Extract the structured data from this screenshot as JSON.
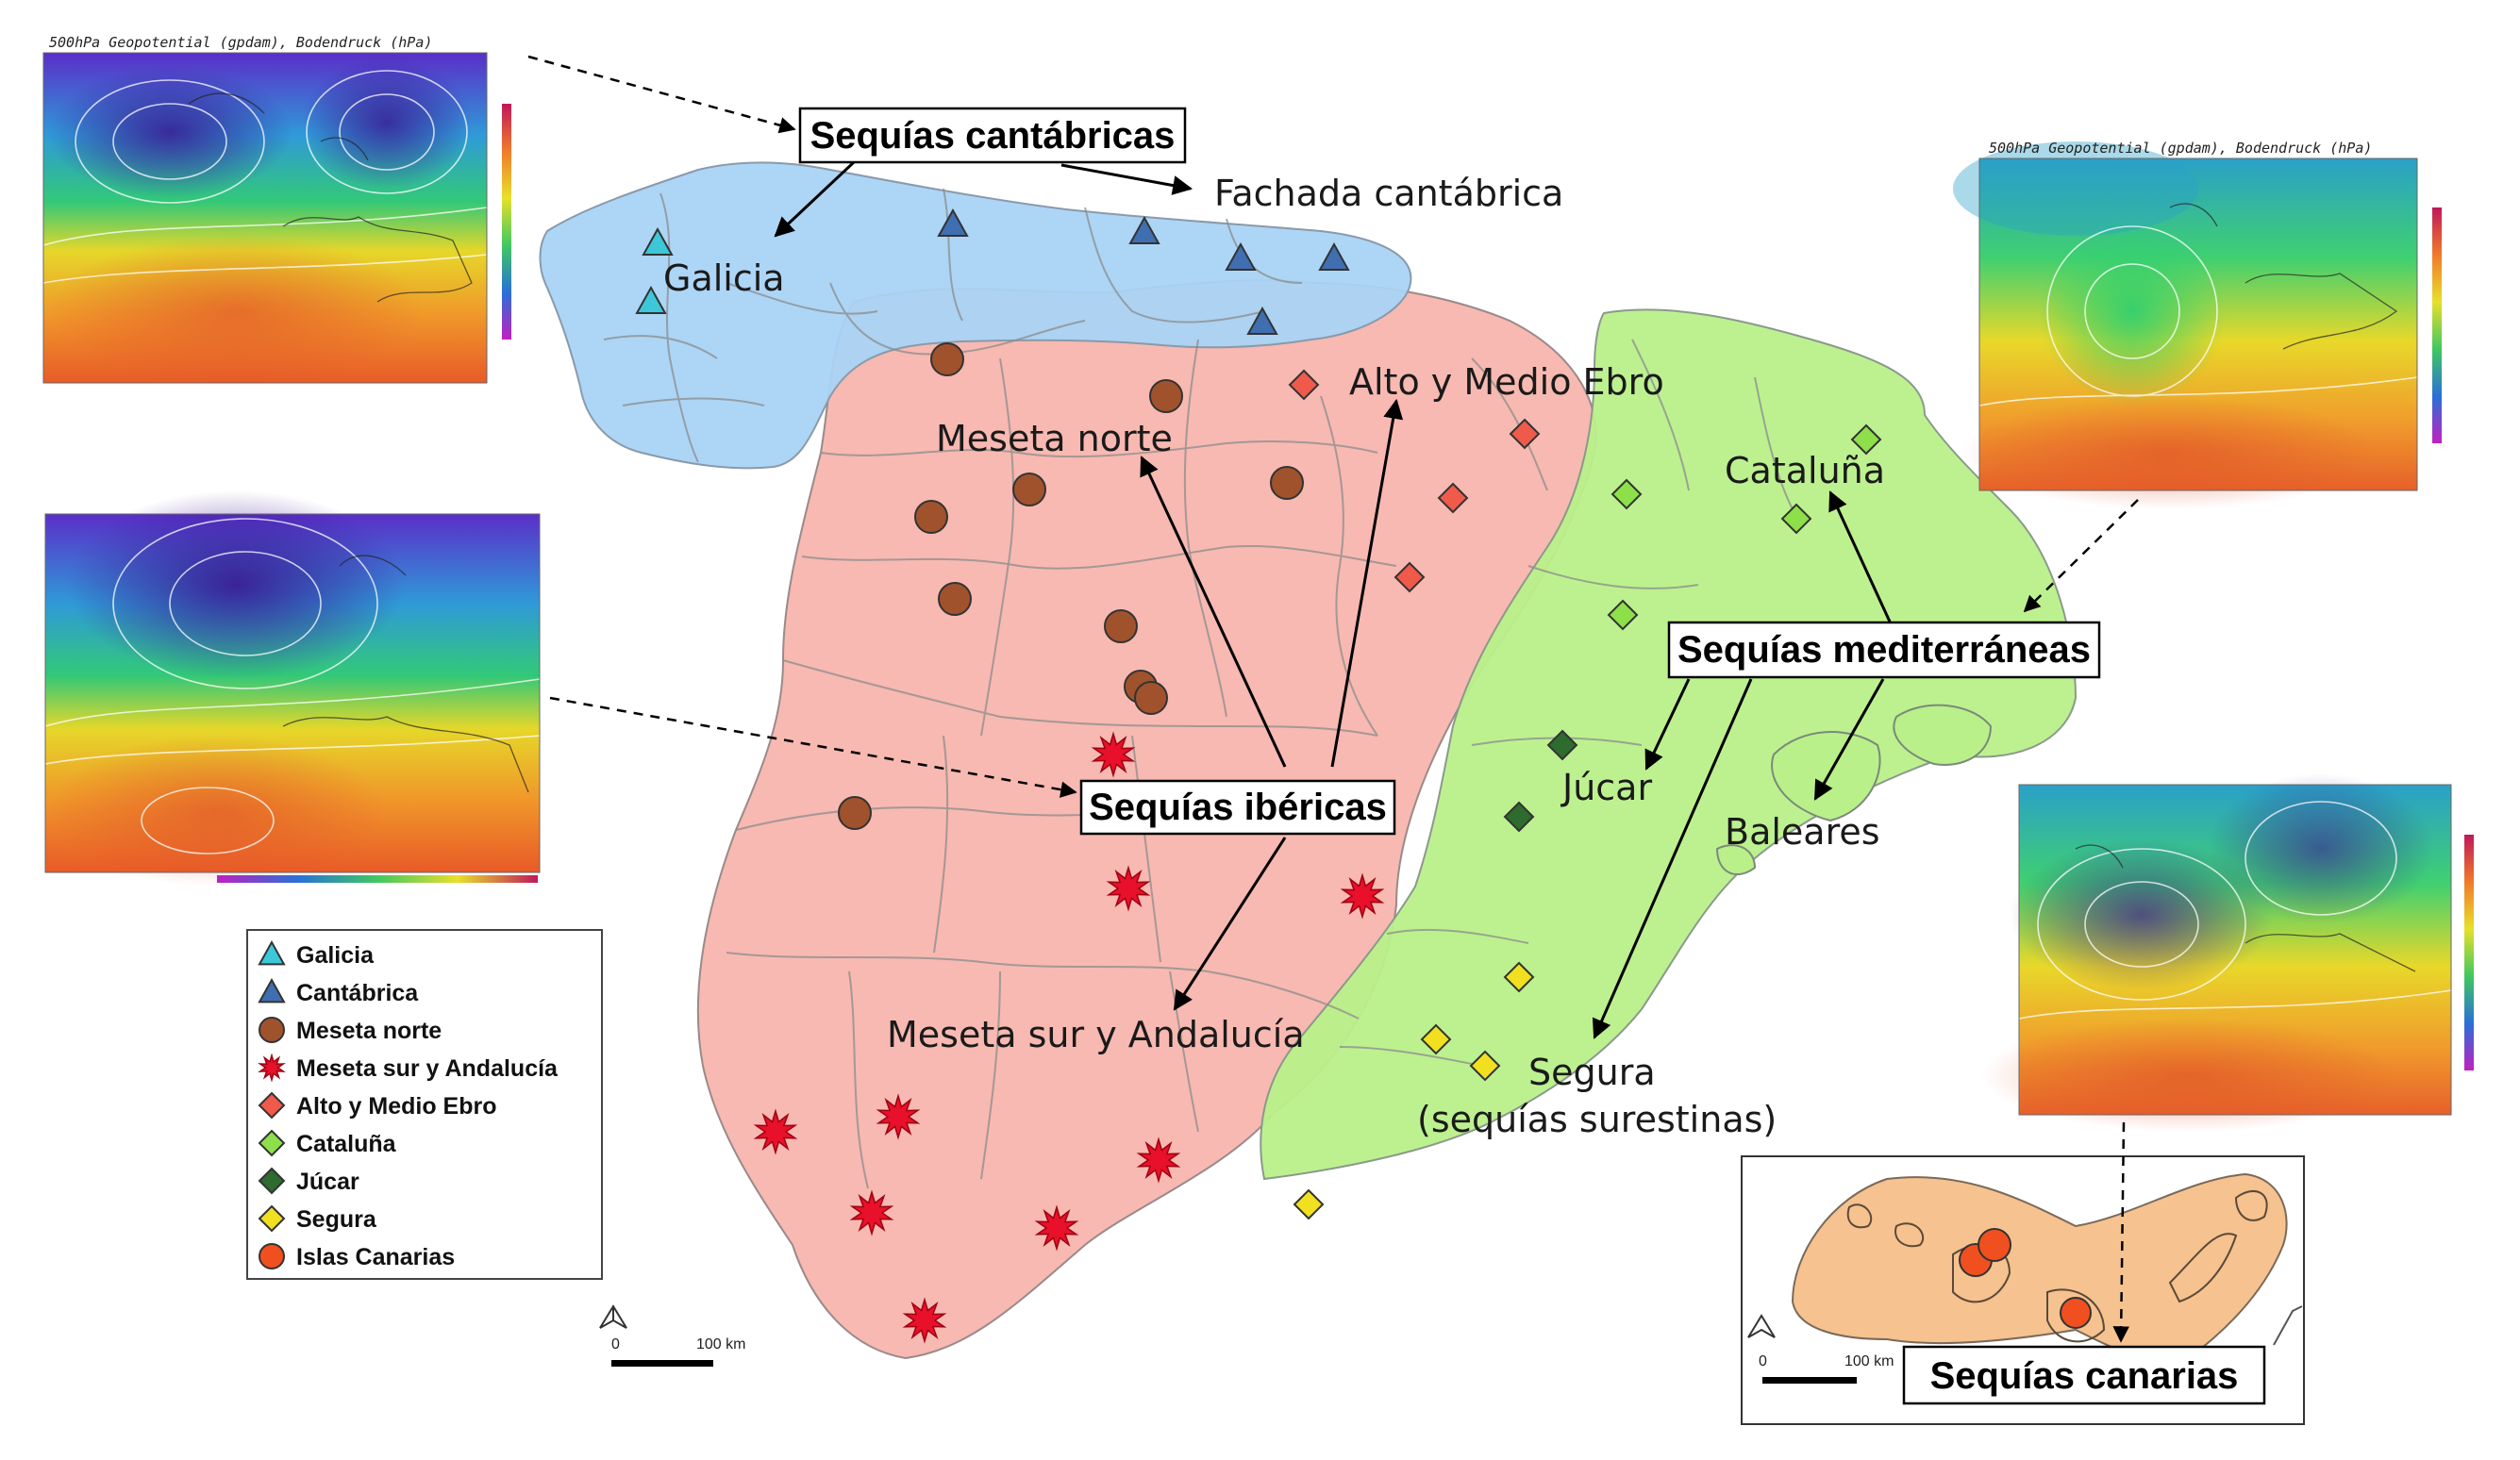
{
  "titles": {
    "cantabricas": "Sequías cantábricas",
    "ibericas": "Sequías ibéricas",
    "mediterraneas": "Sequías mediterráneas",
    "canarias": "Sequías canarias"
  },
  "region_labels": {
    "fachada": "Fachada cantábrica",
    "galicia": "Galicia",
    "meseta_norte": "Meseta norte",
    "alto_ebro": "Alto y Medio Ebro",
    "cataluna": "Cataluña",
    "jucar": "Júcar",
    "baleares": "Baleares",
    "meseta_sur": "Meseta sur y Andalucía",
    "segura_1": "Segura",
    "segura_2": "(sequías surestinas)"
  },
  "weather_maps": {
    "top_left_caption": "500hPa Geopotential (gpdam), Bodendruck (hPa)",
    "top_right_caption": "500hPa Geopotential (gpdam), Bodendruck (hPa)"
  },
  "legend": {
    "items": [
      {
        "label": "Galicia",
        "symbol": "triangle",
        "color": "#3cc8d8"
      },
      {
        "label": "Cantábrica",
        "symbol": "triangle",
        "color": "#3f6fb0"
      },
      {
        "label": "Meseta norte",
        "symbol": "circle",
        "color": "#a0522d"
      },
      {
        "label": "Meseta sur y Andalucía",
        "symbol": "star",
        "color": "#e8102a"
      },
      {
        "label": "Alto y Medio Ebro",
        "symbol": "diamond",
        "color": "#f05a4a"
      },
      {
        "label": "Cataluña",
        "symbol": "diamond",
        "color": "#8ee04a"
      },
      {
        "label": "Júcar",
        "symbol": "diamond",
        "color": "#2e6b2e"
      },
      {
        "label": "Segura",
        "symbol": "diamond",
        "color": "#f0e020"
      },
      {
        "label": "Islas Canarias",
        "symbol": "circle",
        "color": "#f05020"
      }
    ]
  },
  "scale_bars": {
    "main_zero": "0",
    "main_dist": "100 km",
    "inset_zero": "0",
    "inset_dist": "100 km"
  },
  "colors": {
    "cantabrica_zone": "#a9d3f5",
    "iberica_zone": "#f7b5ad",
    "mediterranea_zone": "#b9f08a",
    "canaria_zone": "#f6c28f"
  }
}
